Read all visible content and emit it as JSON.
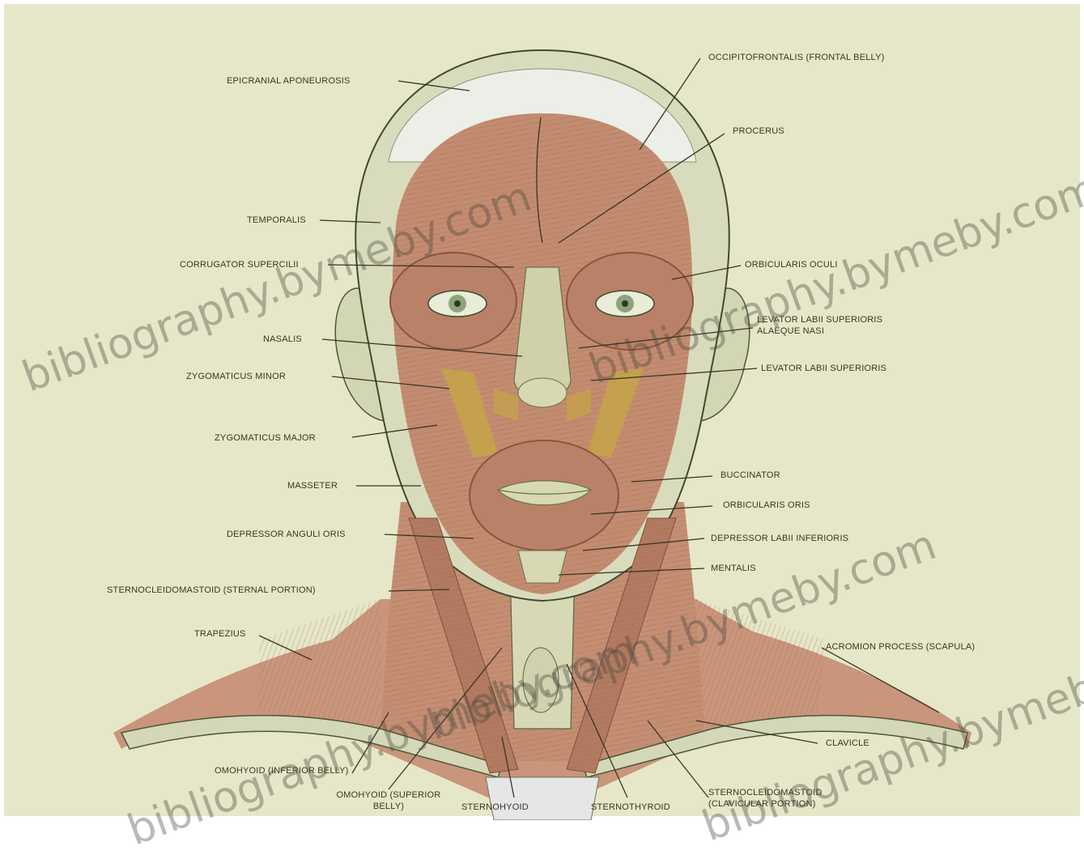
{
  "figure": {
    "labels": {
      "epicranial_aponeurosis": "EPICRANIAL APONEUROSIS",
      "occipitofrontalis_frontal": "OCCIPITOFRONTALIS (FRONTAL BELLY)",
      "procerus": "PROCERUS",
      "temporalis": "TEMPORALIS",
      "corrugator_supercilii": "CORRUGATOR SUPERCILII",
      "orbicularis_oculi": "ORBICULARIS OCULI",
      "nasalis": "NASALIS",
      "levator_labii_alaeque": "LEVATOR LABII SUPERIORIS ALAEQUE NASI",
      "levator_labii_superioris": "LEVATOR LABII SUPERIORIS",
      "zygomaticus_minor": "ZYGOMATICUS MINOR",
      "zygomaticus_major": "ZYGOMATICUS MAJOR",
      "buccinator": "BUCCINATOR",
      "masseter": "MASSETER",
      "orbicularis_oris": "ORBICULARIS ORIS",
      "depressor_anguli_oris": "DEPRESSOR ANGULI ORIS",
      "depressor_labii_inferioris": "DEPRESSOR LABII INFERIORIS",
      "mentalis": "MENTALIS",
      "sternocleidomastoid_sternal": "STERNOCLEIDOMASTOID (STERNAL PORTION)",
      "trapezius": "TRAPEZIUS",
      "acromion_process": "ACROMION PROCESS (SCAPULA)",
      "omohyoid_inferior": "OMOHYOID (INFERIOR BELLY)",
      "omohyoid_superior": "OMOHYOID (SUPERIOR BELLY)",
      "clavicle": "CLAVICLE",
      "sternohyoid": "STERNOHYOID",
      "sternothyroid": "STERNOTHYROID",
      "sternocleidomastoid_clavicular": "STERNOCLEIDOMASTOID (CLAVICULAR PORTION)"
    },
    "watermarks": [
      "bibliography.bymeby.com",
      "bibliography.bymeby.com",
      "bibliography.bymeby.com",
      "bibliography.bymeby.com",
      "bibliography.bymeby.com"
    ],
    "colors": {
      "background": "#e6e7c8",
      "muscle": "#c08a70",
      "muscle_dark": "#8e5a44",
      "bone": "#d9dcc0",
      "outline": "#3f4a30",
      "label_text": "#3a3526"
    }
  }
}
